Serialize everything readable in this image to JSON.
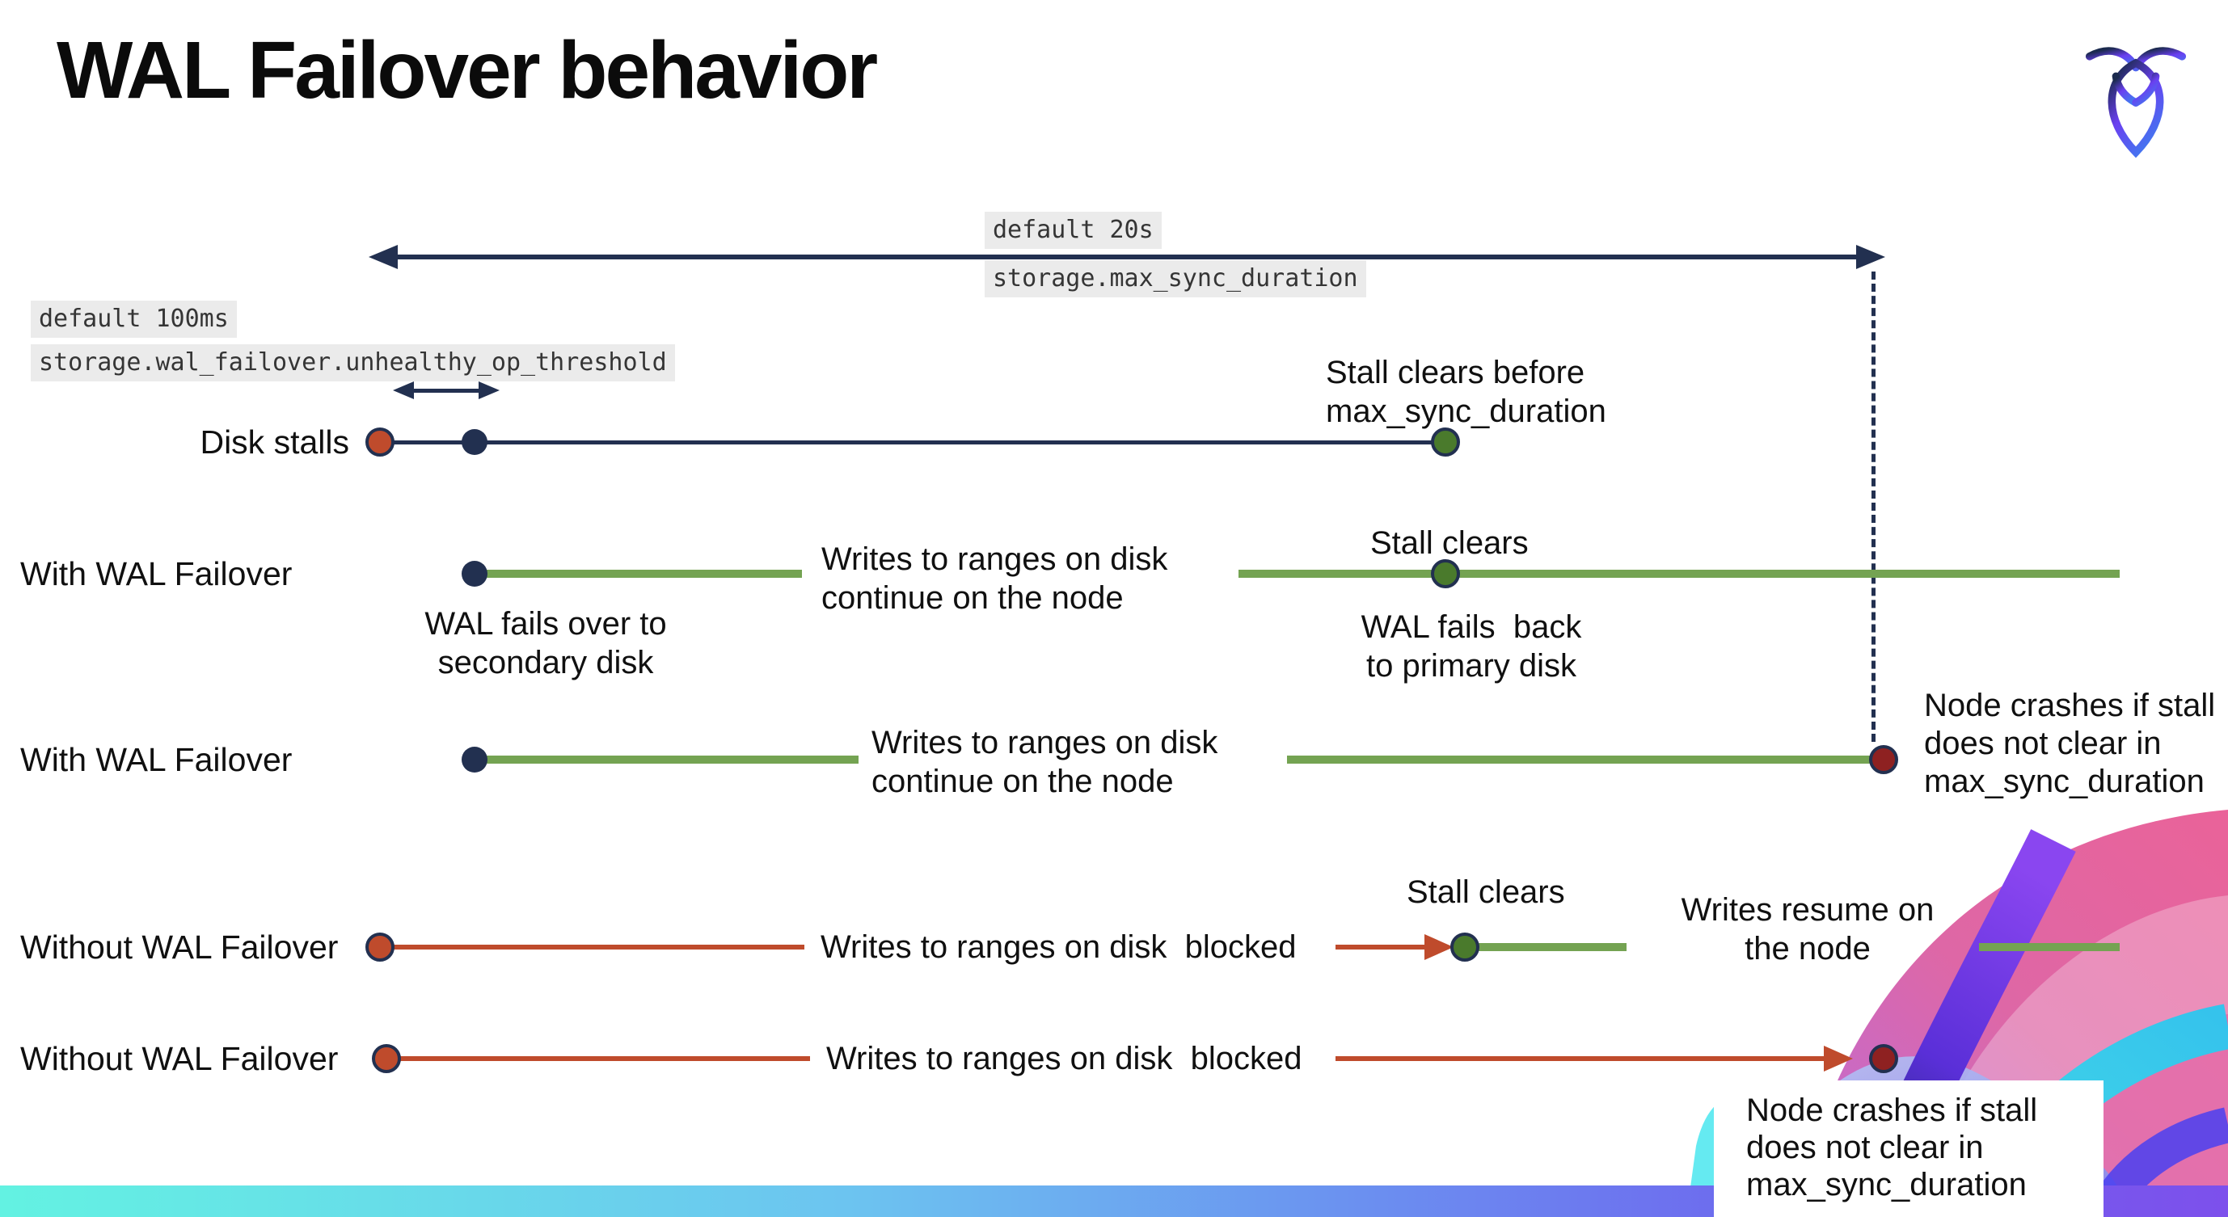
{
  "title": "WAL Failover behavior",
  "colors": {
    "navy": "#223050",
    "green_line": "#74a352",
    "green_dot": "#4a7a2c",
    "red": "#bf4b2c",
    "dark_red": "#8e2121",
    "code_background": "#ebebeb",
    "footer_gradient": [
      "#63f2e2",
      "#6b8ef0",
      "#7d50ec"
    ]
  },
  "settings": {
    "max_sync_duration": {
      "default_label": "default 20s",
      "name": "storage.max_sync_duration"
    },
    "unhealthy_op_threshold": {
      "default_label": "default 100ms",
      "name": "storage.wal_failover.unhealthy_op_threshold"
    }
  },
  "rows": {
    "disk_stalls": {
      "label": "Disk stalls",
      "stall_clears_note": "Stall clears before\nmax_sync_duration"
    },
    "with_failover_1": {
      "label": "With WAL Failover",
      "failover_note": "WAL fails over to\nsecondary disk",
      "writes_note": "Writes to ranges on disk\ncontinue on the node",
      "stall_clears": "Stall clears",
      "failback_note": "WAL fails  back\nto primary disk"
    },
    "with_failover_2": {
      "label": "With WAL Failover",
      "writes_note": "Writes to ranges on disk\ncontinue on the node",
      "crash_note": "Node crashes if stall\ndoes not clear in\nmax_sync_duration"
    },
    "without_failover_1": {
      "label": "Without WAL Failover",
      "blocked_note": "Writes to ranges on disk  blocked",
      "stall_clears": "Stall clears",
      "resume_note": "Writes resume on\nthe node"
    },
    "without_failover_2": {
      "label": "Without WAL Failover",
      "blocked_note": "Writes to ranges on disk  blocked",
      "crash_note": "Node crashes if stall\ndoes not clear in\nmax_sync_duration"
    }
  }
}
